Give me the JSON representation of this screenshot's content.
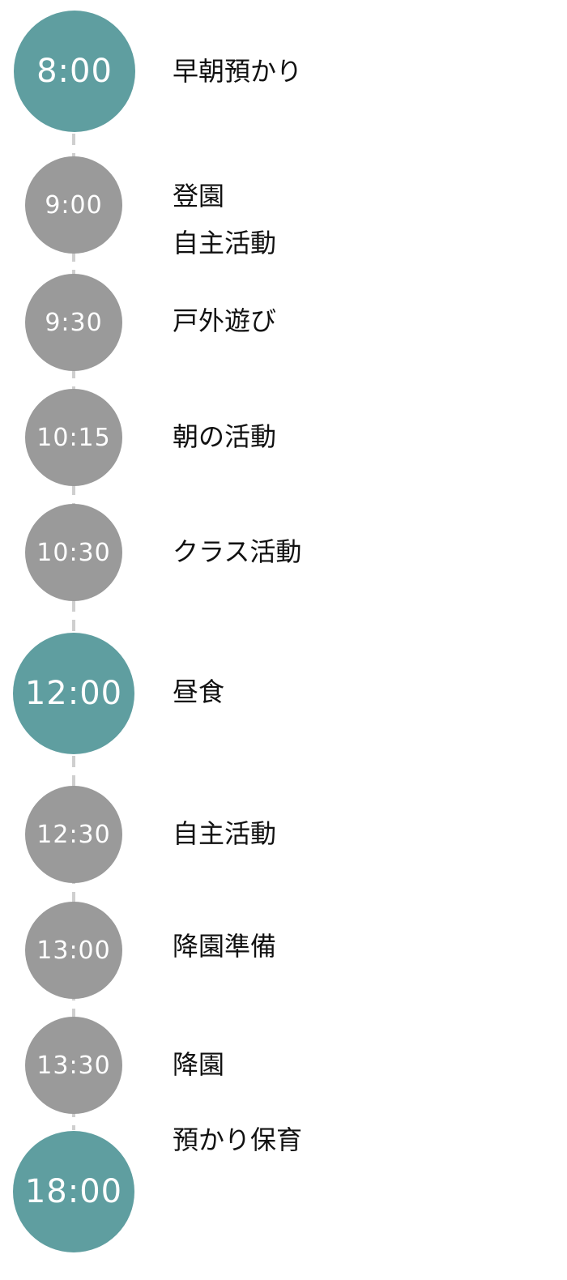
{
  "colors": {
    "accent": "#5f9ea0",
    "neutral": "#9a9a9a",
    "line": "#cfcfcf",
    "text": "#111111"
  },
  "schedule": [
    {
      "time": "8:00",
      "activities": [
        "早朝預かり"
      ],
      "emphasis": true
    },
    {
      "time": "9:00",
      "activities": [
        "登園",
        "自主活動"
      ],
      "emphasis": false
    },
    {
      "time": "9:30",
      "activities": [
        "戸外遊び"
      ],
      "emphasis": false
    },
    {
      "time": "10:15",
      "activities": [
        "朝の活動"
      ],
      "emphasis": false
    },
    {
      "time": "10:30",
      "activities": [
        "クラス活動"
      ],
      "emphasis": false
    },
    {
      "time": "12:00",
      "activities": [
        "昼食"
      ],
      "emphasis": true
    },
    {
      "time": "12:30",
      "activities": [
        "自主活動"
      ],
      "emphasis": false
    },
    {
      "time": "13:00",
      "activities": [
        "降園準備"
      ],
      "emphasis": false
    },
    {
      "time": "13:30",
      "activities": [
        "降園"
      ],
      "emphasis": false
    },
    {
      "time": "18:00",
      "activities": [
        "預かり保育"
      ],
      "emphasis": true
    }
  ]
}
